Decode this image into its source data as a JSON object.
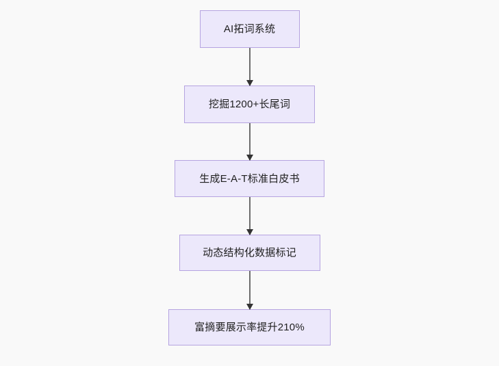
{
  "diagram": {
    "type": "flowchart",
    "orientation": "top-to-bottom",
    "background_color": "#f9f9f9",
    "node_fill_color": "#ece8fb",
    "node_border_color": "#b5a3e0",
    "node_text_color": "#1f1f1f",
    "connector_line_color": "#6e6e6e",
    "connector_arrow_color": "#333333",
    "nodes": [
      {
        "id": "node-1",
        "label": "AI拓词系统"
      },
      {
        "id": "node-2",
        "label": "挖掘1200+长尾词"
      },
      {
        "id": "node-3",
        "label": "生成E-A-T标准白皮书"
      },
      {
        "id": "node-4",
        "label": "动态结构化数据标记"
      },
      {
        "id": "node-5",
        "label": "富摘要展示率提升210%"
      }
    ],
    "edges": [
      {
        "id": "edge-1",
        "from": "node-1",
        "to": "node-2",
        "label": ""
      },
      {
        "id": "edge-2",
        "from": "node-2",
        "to": "node-3",
        "label": ""
      },
      {
        "id": "edge-3",
        "from": "node-3",
        "to": "node-4",
        "label": ""
      },
      {
        "id": "edge-4",
        "from": "node-4",
        "to": "node-5",
        "label": ""
      }
    ]
  }
}
